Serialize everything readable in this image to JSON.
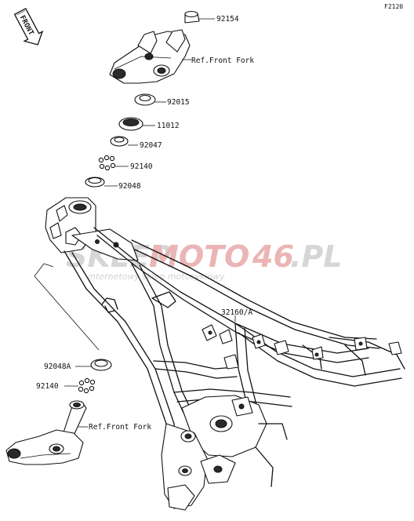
{
  "diagram_code": "F2120",
  "front_badge": "FRONT",
  "watermark": {
    "brand_part1": "SKLEP",
    "brand_part2": "MOTO",
    "brand_part3": "46",
    "brand_part4": ".PL",
    "tagline": "internetowy sklep motocyklowy",
    "colors": {
      "gray": "#cfcfcf",
      "red": "#e8a9a9"
    }
  },
  "callouts": {
    "p92154": "92154",
    "ref_front_fork_top": "Ref.Front Fork",
    "p92015": "92015",
    "p11012": "11012",
    "p92047": "92047",
    "p92140_top": "92140",
    "p92048": "92048",
    "p32160": "32160/A",
    "p92048A": "92048A",
    "p92140_bottom": "92140",
    "ref_front_fork_bottom": "Ref.Front Fork"
  }
}
